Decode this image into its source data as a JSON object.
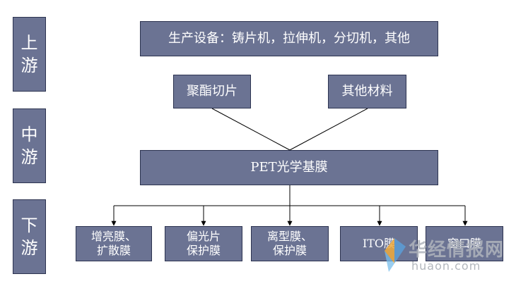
{
  "stages": {
    "upstream": [
      "上",
      "游"
    ],
    "midstream": [
      "中",
      "游"
    ],
    "downstream": [
      "下",
      "游"
    ]
  },
  "upstream": {
    "equipment": "生产设备：铸片机，拉伸机，分切机，其他",
    "material_1": "聚酯切片",
    "material_2": "其他材料"
  },
  "midstream": {
    "product": "PET光学基膜"
  },
  "downstream": [
    {
      "line1": "增亮膜、",
      "line2": "扩散膜"
    },
    {
      "line1": "偏光片",
      "line2": "保护膜"
    },
    {
      "line1": "离型膜、",
      "line2": "保护膜"
    },
    {
      "line1": "ITO膜",
      "line2": ""
    },
    {
      "line1": "窗口膜",
      "line2": ""
    }
  ],
  "watermark": {
    "main": "华经情报网",
    "sub": "huaon.com"
  }
}
